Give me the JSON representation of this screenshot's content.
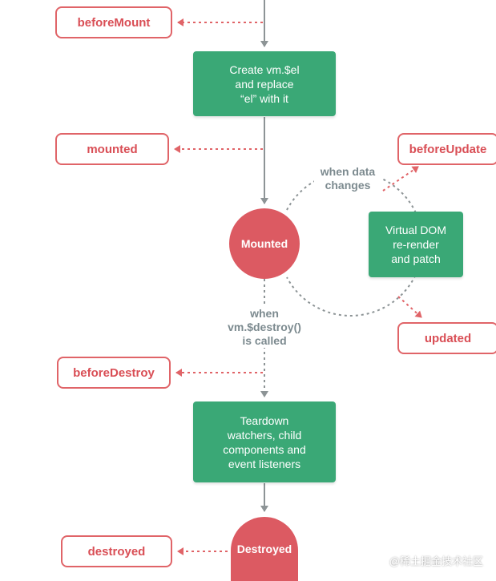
{
  "hooks": {
    "before_mount": "beforeMount",
    "mounted": "mounted",
    "before_update": "beforeUpdate",
    "updated": "updated",
    "before_destroy": "beforeDestroy",
    "destroyed": "destroyed"
  },
  "steps": {
    "create_el": "Create vm.$el\nand replace\n“el” with it",
    "virtual_dom": "Virtual DOM\nre-render\nand patch",
    "teardown": "Teardown\nwatchers, child\ncomponents and\nevent listeners"
  },
  "states": {
    "mounted": "Mounted",
    "destroyed": "Destroyed"
  },
  "notes": {
    "when_data_changes": "when data\nchanges",
    "when_destroy_called": "when\nvm.$destroy()\nis called"
  },
  "watermark": "@稀土掘金技术社区",
  "colors": {
    "hook_border": "#e06468",
    "hook_text": "#d94e55",
    "step_green": "#3aa876",
    "state_red": "#dc5a62",
    "connector_gray": "#8d9496",
    "dotted_red": "#e06468"
  }
}
